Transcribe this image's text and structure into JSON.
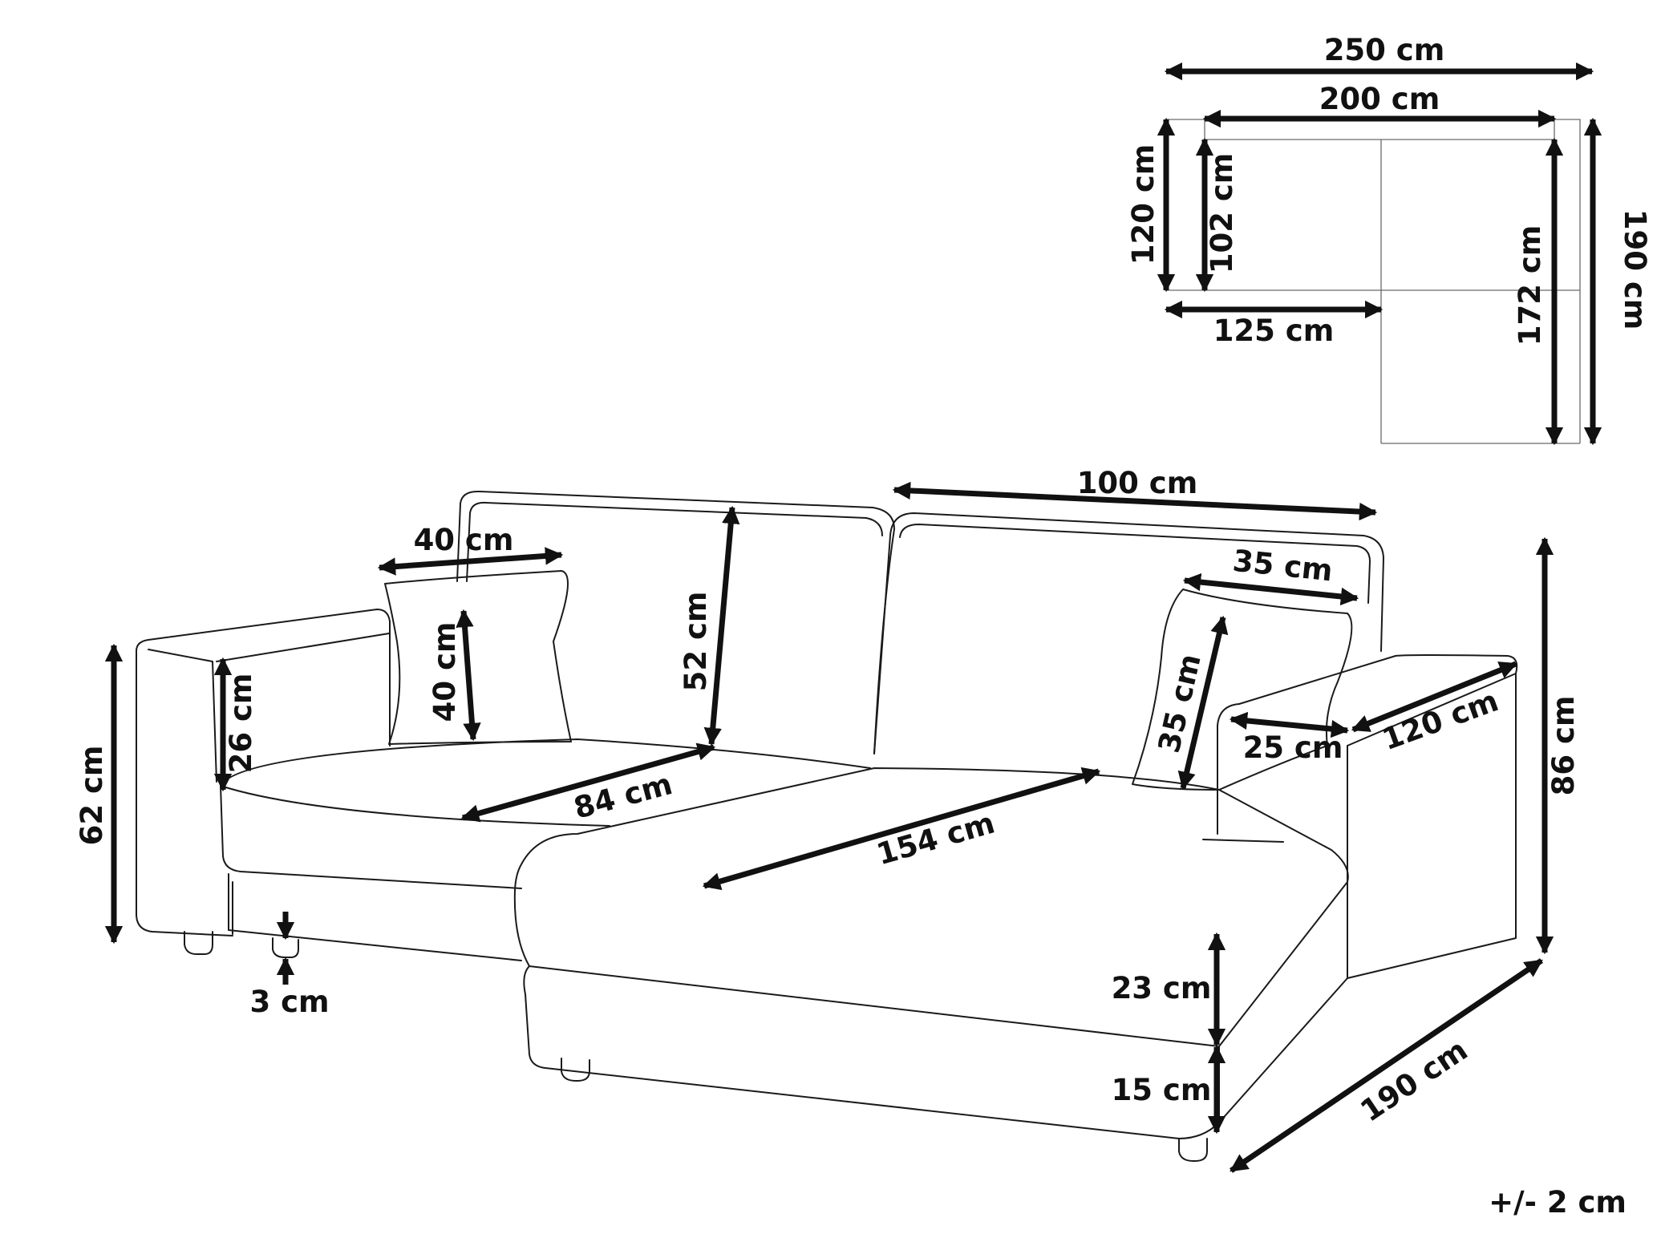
{
  "colors": {
    "ink": "#111111",
    "background": "#ffffff"
  },
  "plan_view": {
    "total_width": "250 cm",
    "inner_width": "200 cm",
    "left_depth": "120 cm",
    "left_inner_depth": "102 cm",
    "seat_width": "125 cm",
    "chaise_inner_depth": "172 cm",
    "chaise_depth": "190 cm"
  },
  "sofa_view": {
    "backrest_width": "100 cm",
    "cushion_left_width": "40 cm",
    "cushion_left_height": "40 cm",
    "cushion_right_width": "35 cm",
    "cushion_right_height": "35 cm",
    "back_height": "52 cm",
    "arm_height": "26 cm",
    "total_height_left": "62 cm",
    "seat_depth": "84 cm",
    "chaise_length": "154 cm",
    "arm_width": "25 cm",
    "arm_length": "120 cm",
    "total_height": "86 cm",
    "seat_cushion_height": "23 cm",
    "base_height": "15 cm",
    "leg_height": "3 cm",
    "chaise_total_length": "190 cm"
  },
  "tolerance": "+/- 2 cm"
}
